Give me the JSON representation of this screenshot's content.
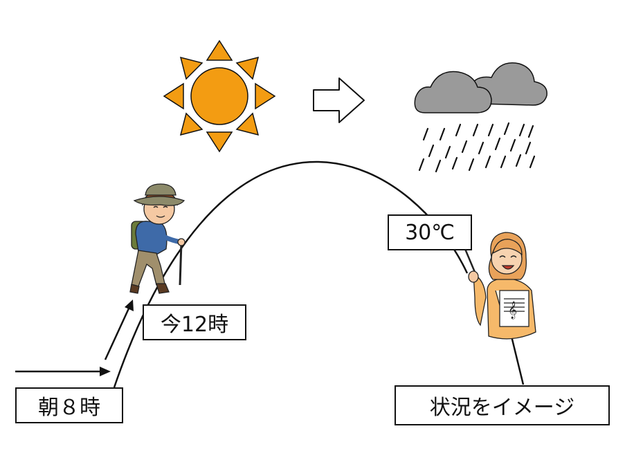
{
  "labels": {
    "morning": "朝８時",
    "now": "今12時",
    "temperature": "30℃",
    "imagine": "状況をイメージ"
  },
  "colors": {
    "sun": "#f39c12",
    "cloud": "#9a9a9a",
    "line": "#111111"
  },
  "icons": {
    "sun": "sun-icon",
    "transition": "arrow-right-icon",
    "rain": "rain-cloud-icon",
    "hiker": "hiker-figure",
    "presenter": "presenter-figure"
  }
}
